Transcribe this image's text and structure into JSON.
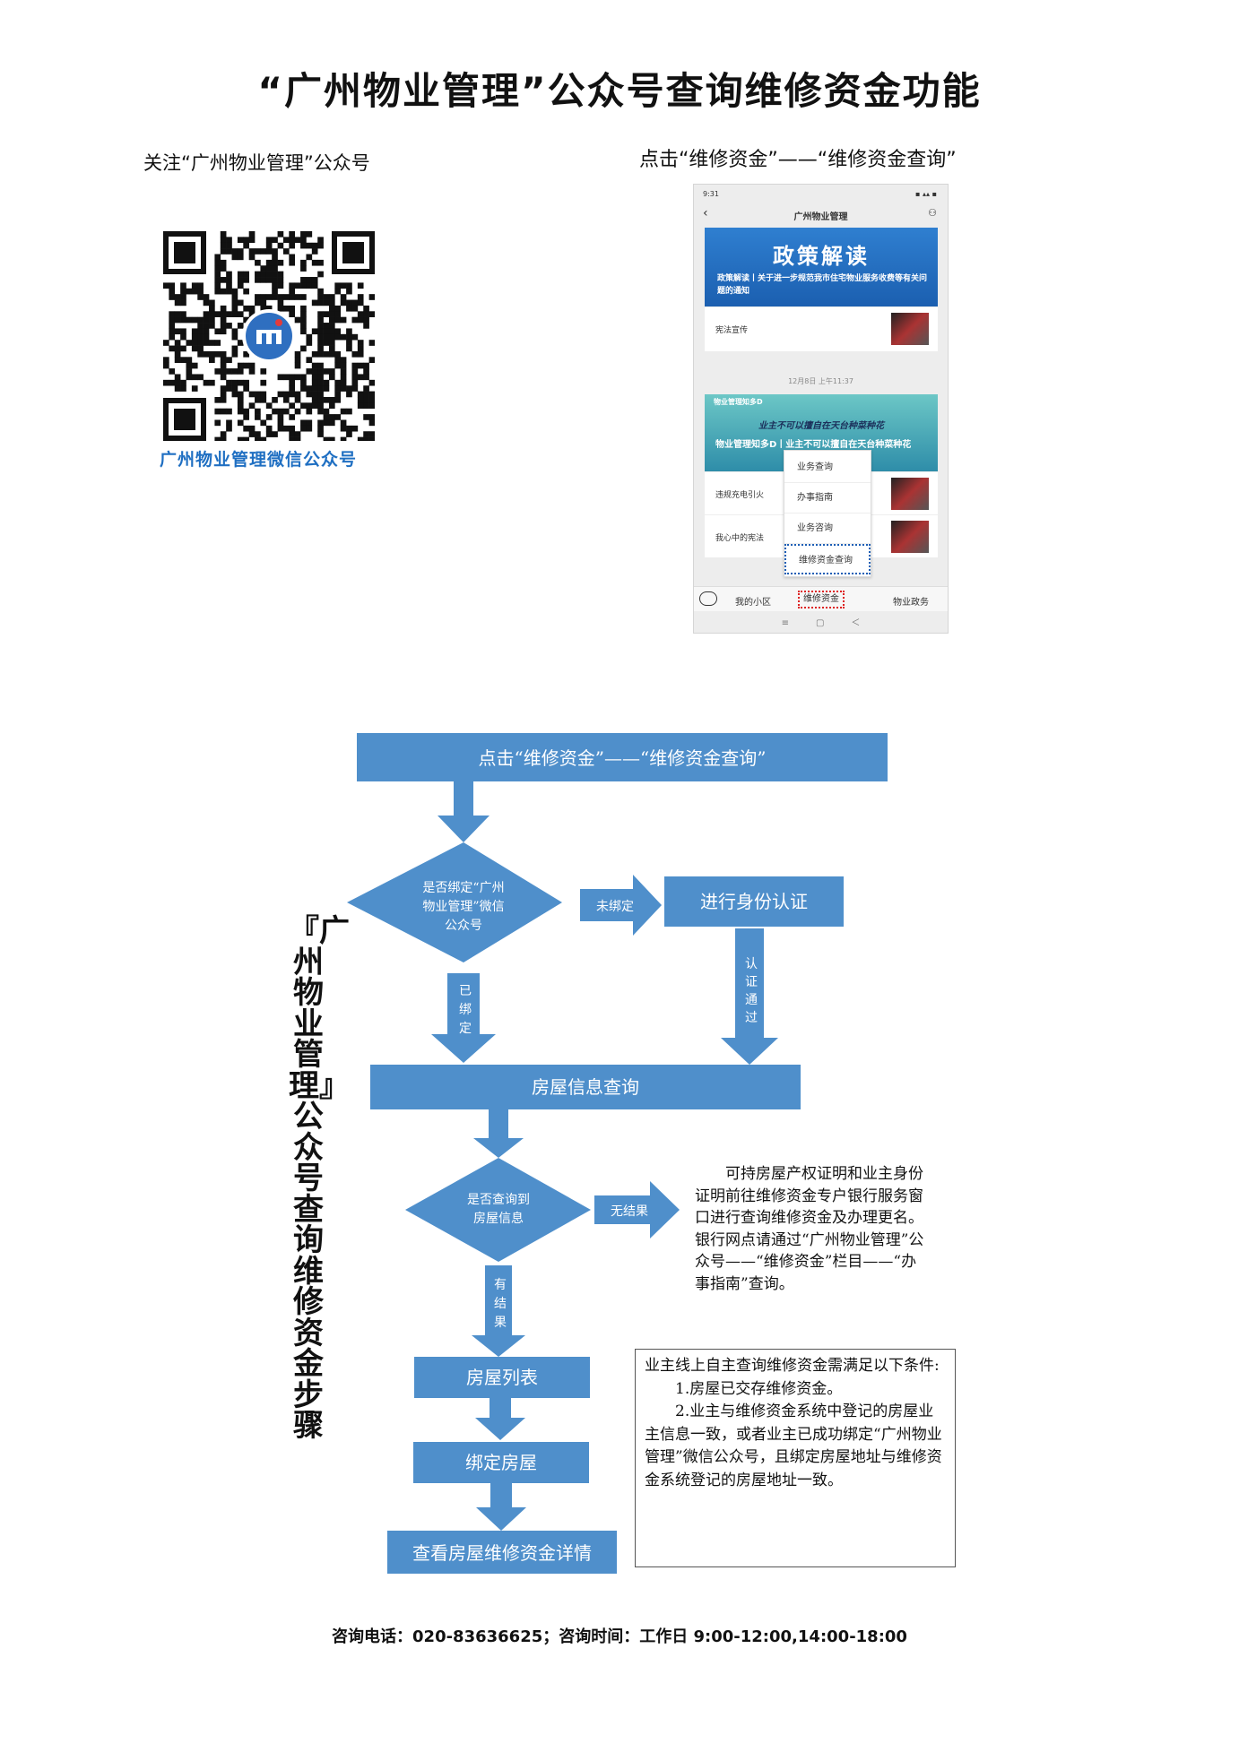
{
  "title": "“广州物业管理”公众号查询维修资金功能",
  "follow_label": "关注“广州物业管理”公众号",
  "click_label": "点击“维修资金”——“维修资金查询”",
  "qr": {
    "caption": "广州物业管理微信公众号",
    "accent": "#1f6fc2"
  },
  "phone": {
    "status_time": "9:31",
    "status_right": "▪ ▴▴ ▪",
    "title": "广州物业管理",
    "banner1_big": "政策解读",
    "banner1_sub": "政策解读丨关于进一步规范我市住宅物业服务收费等有关问题的通知",
    "row1": "宪法宣传",
    "date": "12月8日 上午11:37",
    "banner2_top": "物业管理知多D",
    "banner2_mid": "业主不可以擅自在天台种菜种花",
    "banner2_bot": "物业管理知多D丨业主不可以擅自在天台种菜种花",
    "row2": "违规充电引火",
    "row3": "我心中的宪法",
    "menu": [
      "业务查询",
      "办事指南",
      "业务咨询",
      "维修资金查询"
    ],
    "tabs": [
      "我的小区",
      "维修资金",
      "物业政务"
    ],
    "nav": "≡　　　▢　　　＜"
  },
  "flow": {
    "start": "点击“维修资金”——“维修资金查询”",
    "decision1": [
      "是否绑定“广州",
      "物业管理”微信",
      "公众号"
    ],
    "no_bind_label": "未绑定",
    "identity": "进行身份认证",
    "bound_label": [
      "已",
      "绑",
      "定"
    ],
    "verified_label": [
      "认",
      "证",
      "通",
      "过"
    ],
    "house_info": "房屋信息查询",
    "decision2": [
      "是否查询到",
      "房屋信息"
    ],
    "no_result_label": "无结果",
    "has_result_label": [
      "有",
      "结",
      "果"
    ],
    "house_list": "房屋列表",
    "bind_house": "绑定房屋",
    "detail": "查看房屋维修资金详情",
    "color": "#4f8fcb"
  },
  "vertical_title": "『广州物业管理』公众号查询维修资金步骤",
  "note1": "可持房屋产权证明和业主身份证明前往维修资金专户银行服务窗口进行查询维修资金及办理更名。银行网点请通过“广州物业管理”公众号——“维修资金”栏目——“办事指南”查询。",
  "note2": {
    "intro": "业主线上自主查询维修资金需满足以下条件:",
    "cond1": "1.房屋已交存维修资金。",
    "cond2": "2.业主与维修资金系统中登记的房屋业主信息一致，或者业主已成功绑定“广州物业管理”微信公众号，且绑定房屋地址与维修资金系统登记的房屋地址一致。"
  },
  "footer": "咨询电话：020-83636625；咨询时间：工作日 9:00-12:00,14:00-18:00"
}
